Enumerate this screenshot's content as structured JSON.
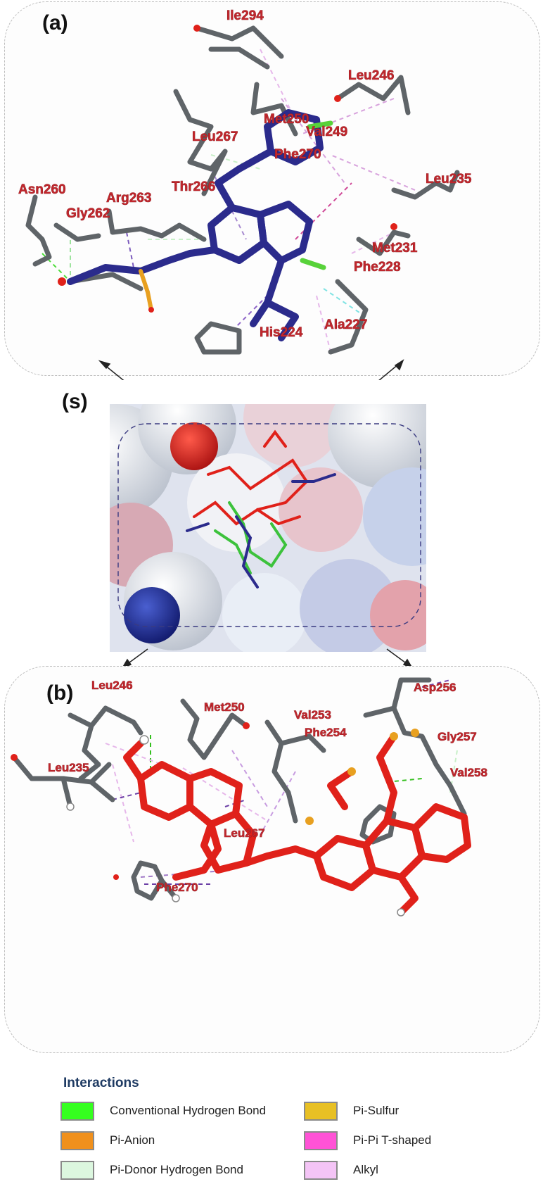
{
  "panels": {
    "a": {
      "letter": "(a)",
      "residues": [
        "Ile294",
        "Leu246",
        "Met250",
        "Val249",
        "Leu267",
        "Phe270",
        "Leu235",
        "Asn260",
        "Gly262",
        "Arg263",
        "Thr266",
        "Met231",
        "Phe228",
        "His224",
        "Ala227"
      ]
    },
    "s": {
      "letter": "(s)"
    },
    "b": {
      "letter": "(b)",
      "residues": [
        "Leu246",
        "Met250",
        "Val253",
        "Phe254",
        "Asp256",
        "Gly257",
        "Val258",
        "Leu235",
        "Leu267",
        "Phe270"
      ]
    }
  },
  "legend": {
    "title": "Interactions",
    "items": [
      {
        "label": "Conventional Hydrogen Bond",
        "color": "#35ff1f"
      },
      {
        "label": "Pi-Sulfur",
        "color": "#e8c024"
      },
      {
        "label": "Pi-Anion",
        "color": "#f0901c"
      },
      {
        "label": "Pi-Pi T-shaped",
        "color": "#ff52d6"
      },
      {
        "label": "Pi-Donor Hydrogen Bond",
        "color": "#dcf7df"
      },
      {
        "label": "Alkyl",
        "color": "#f4c4f6"
      }
    ]
  },
  "colors": {
    "ligand_a": "#2b2b8c",
    "ligand_b": "#e0211a",
    "ligand_s_green": "#3cc23c",
    "residue_stick": "#5f6468",
    "label": "#c0272d"
  }
}
